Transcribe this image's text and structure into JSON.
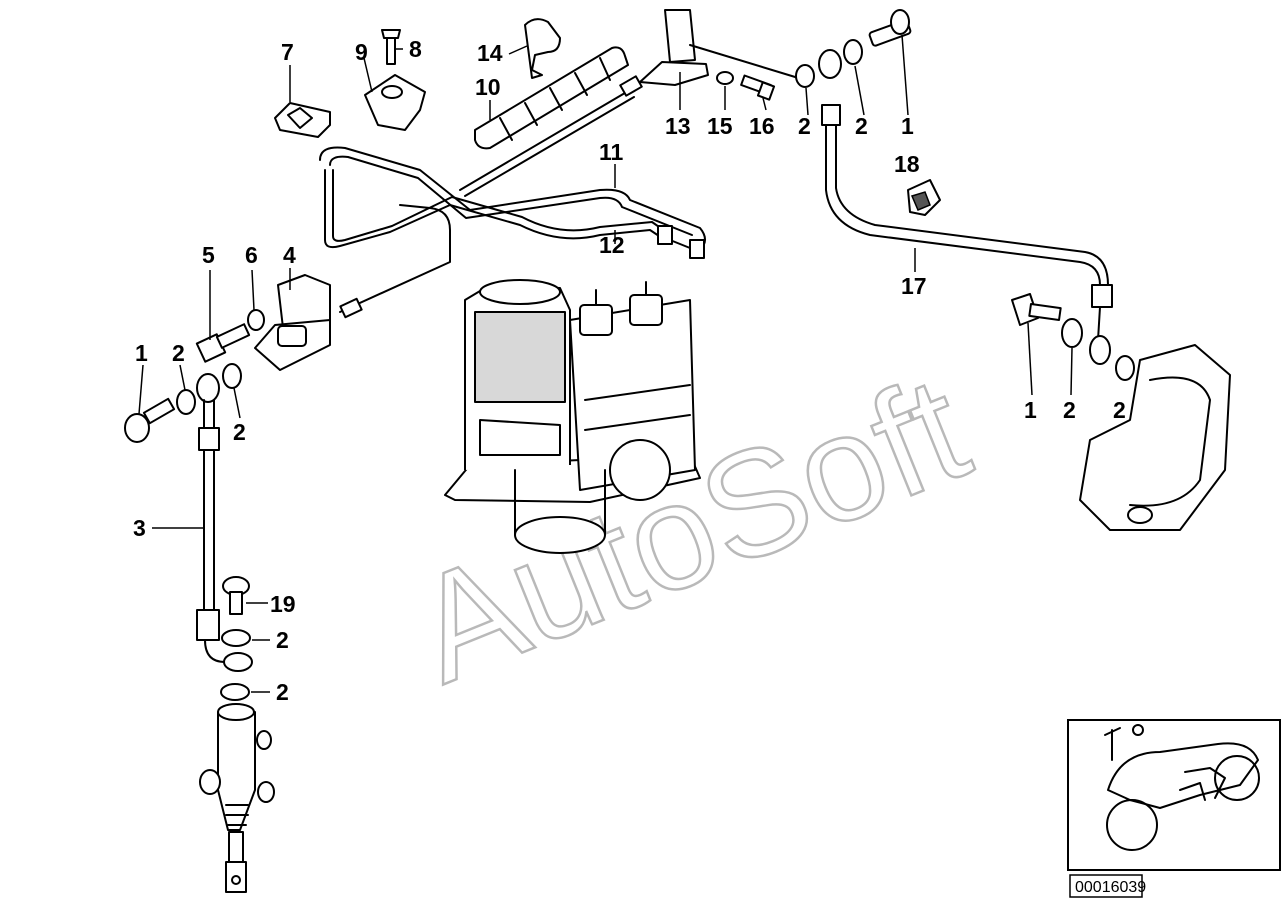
{
  "labels": [
    {
      "id": "l7",
      "text": "7"
    },
    {
      "id": "l9",
      "text": "9"
    },
    {
      "id": "l8",
      "text": "8"
    },
    {
      "id": "l14",
      "text": "14"
    },
    {
      "id": "l10",
      "text": "10"
    },
    {
      "id": "l13",
      "text": "13"
    },
    {
      "id": "l15",
      "text": "15"
    },
    {
      "id": "l16",
      "text": "16"
    },
    {
      "id": "l2a",
      "text": "2"
    },
    {
      "id": "l2b",
      "text": "2"
    },
    {
      "id": "l1a",
      "text": "1"
    },
    {
      "id": "l11",
      "text": "11"
    },
    {
      "id": "l18",
      "text": "18"
    },
    {
      "id": "l12",
      "text": "12"
    },
    {
      "id": "l5",
      "text": "5"
    },
    {
      "id": "l6",
      "text": "6"
    },
    {
      "id": "l4",
      "text": "4"
    },
    {
      "id": "l17",
      "text": "17"
    },
    {
      "id": "l1b",
      "text": "1"
    },
    {
      "id": "l2c",
      "text": "2"
    },
    {
      "id": "l2d",
      "text": "2"
    },
    {
      "id": "l1c",
      "text": "1"
    },
    {
      "id": "l2e",
      "text": "2"
    },
    {
      "id": "l2f",
      "text": "2"
    },
    {
      "id": "l3",
      "text": "3"
    },
    {
      "id": "l19",
      "text": "19"
    },
    {
      "id": "l2g",
      "text": "2"
    },
    {
      "id": "l2h",
      "text": "2"
    }
  ],
  "watermark": "AutoSoft",
  "diagram_code": "00016039"
}
